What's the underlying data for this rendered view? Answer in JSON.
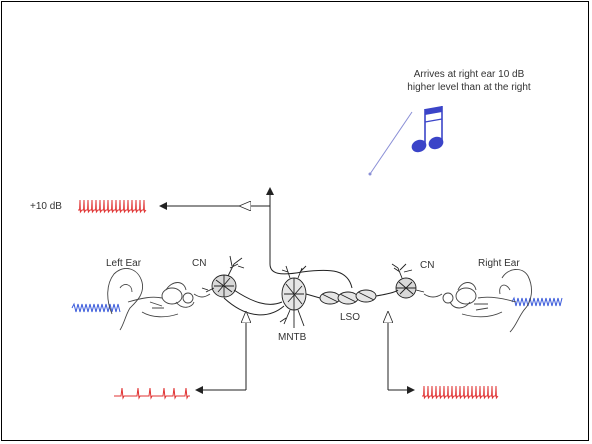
{
  "caption": {
    "line1": "Arrives at right ear 10 dB",
    "line2": "higher level than at the right"
  },
  "labels": {
    "plus_10db": "+10 dB",
    "left_ear": "Left Ear",
    "right_ear": "Right Ear",
    "cn_left": "CN",
    "cn_right": "CN",
    "mntb": "MNTB",
    "lso": "LSO"
  },
  "colors": {
    "sound_wave": "#3b5bdb",
    "spike_train": "#e03131",
    "note": "#3b44c8",
    "line": "#222222",
    "ray": "#8a8fd6"
  },
  "icons": [
    "music-note-icon"
  ]
}
